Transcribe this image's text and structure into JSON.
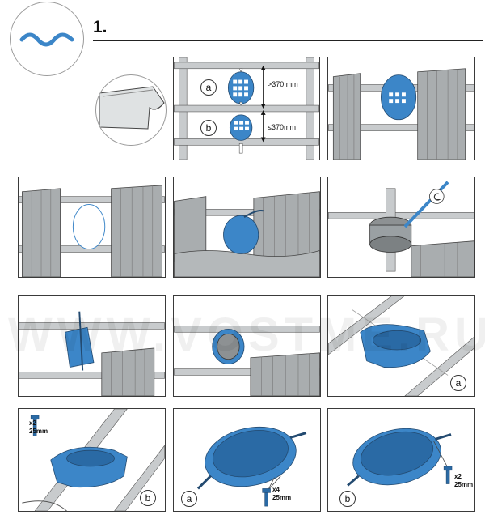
{
  "header": {
    "step_number": "1."
  },
  "panel_top_center": {
    "label_a": "a",
    "label_b": "b",
    "measure_a": ">370 mm",
    "measure_b": "≤370mm"
  },
  "panel_step_a": {
    "label": "a"
  },
  "panel_screws_b": {
    "label": "b",
    "screw_count": "x2",
    "screw_size": "25mm"
  },
  "panel_oval_a": {
    "label": "a",
    "screw_count": "x4",
    "screw_size": "25mm"
  },
  "panel_oval_b": {
    "label": "b",
    "screw_count": "x2",
    "screw_size": "25mm"
  },
  "watermark": {
    "text": "WWW.VOSTME.RU"
  },
  "colors": {
    "accent_blue": "#3c86c8",
    "frame_gray": "#c8cbcd",
    "tile_gray": "#a9adaf",
    "line": "#444444"
  }
}
